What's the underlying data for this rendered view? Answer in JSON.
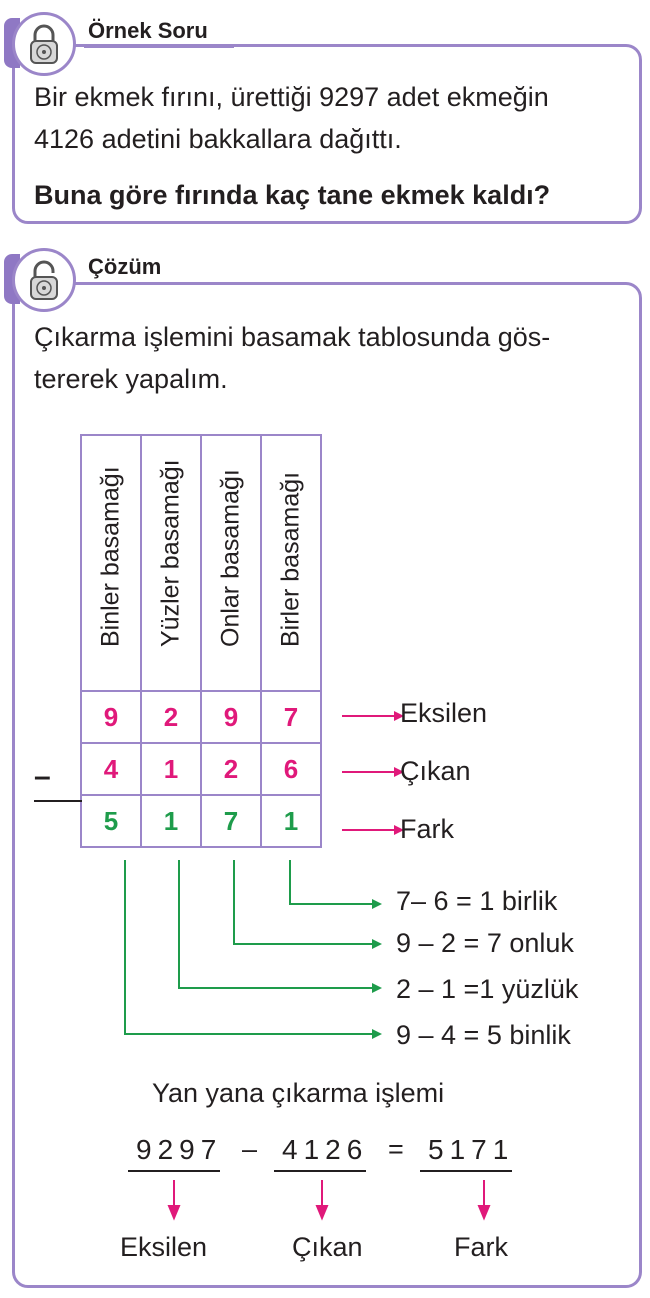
{
  "example": {
    "title": "Örnek Soru",
    "line1": "Bir ekmek fırını, ürettiği 9297 adet ekmeğin",
    "line2": "4126 adetini bakkallara dağıttı.",
    "question": "Buna göre fırında kaç tane ekmek kaldı?"
  },
  "solution": {
    "title": "Çözüm",
    "intro1": "Çıkarma işlemini basamak tablosunda gös-",
    "intro2": "tererek yapalım."
  },
  "table": {
    "headers": [
      "Binler basamağı",
      "Yüzler basamağı",
      "Onlar basamağı",
      "Birler basamağı"
    ],
    "minuend": [
      "9",
      "2",
      "9",
      "7"
    ],
    "subtrahend": [
      "4",
      "1",
      "2",
      "6"
    ],
    "difference": [
      "5",
      "1",
      "7",
      "1"
    ],
    "minus_sign": "–",
    "row_labels": [
      "Eksilen",
      "Çıkan",
      "Fark"
    ]
  },
  "steps": [
    "7– 6 = 1 birlik",
    "9 – 2 = 7 onluk",
    "2 – 1 =1 yüzlük",
    "9 – 4 = 5 binlik"
  ],
  "side_by_side": {
    "title": "Yan yana çıkarma işlemi",
    "minuend": "9297",
    "minus": "–",
    "subtrahend": "4126",
    "equals": "=",
    "difference": "5171",
    "labels": [
      "Eksilen",
      "Çıkan",
      "Fark"
    ]
  },
  "colors": {
    "frame": "#9b86c9",
    "magenta": "#e0197a",
    "green": "#1e9c4b"
  },
  "icons": [
    "lock-icon",
    "unlock-icon"
  ]
}
